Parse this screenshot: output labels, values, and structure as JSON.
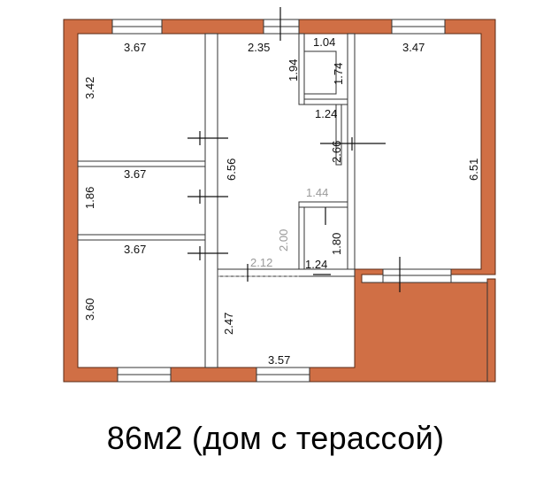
{
  "plan": {
    "caption": "86м2 (дом с терассой)",
    "colors": {
      "wall": "#d06f45",
      "line": "#333333",
      "text": "#111111"
    },
    "dimensions": {
      "room1_width": "3.67",
      "room1_height": "3.42",
      "room2_width": "3.67",
      "room2_height": "1.86",
      "room3_width": "3.67",
      "room3_height": "3.60",
      "corridor_length": "6.56",
      "top_center": "2.35",
      "bath_width": "1.04",
      "bath_small": "1.94",
      "bath_height": "1.74",
      "right_width": "3.47",
      "right_height": "6.51",
      "mid_wall": "1.24",
      "mid_height": "2.66",
      "closet_width": "1.44",
      "closet_height": "1.80",
      "center_height": "2.00",
      "hall_width": "2.12",
      "hall_small": "1.24",
      "lower_height": "2.47",
      "bottom_width": "3.57"
    }
  }
}
